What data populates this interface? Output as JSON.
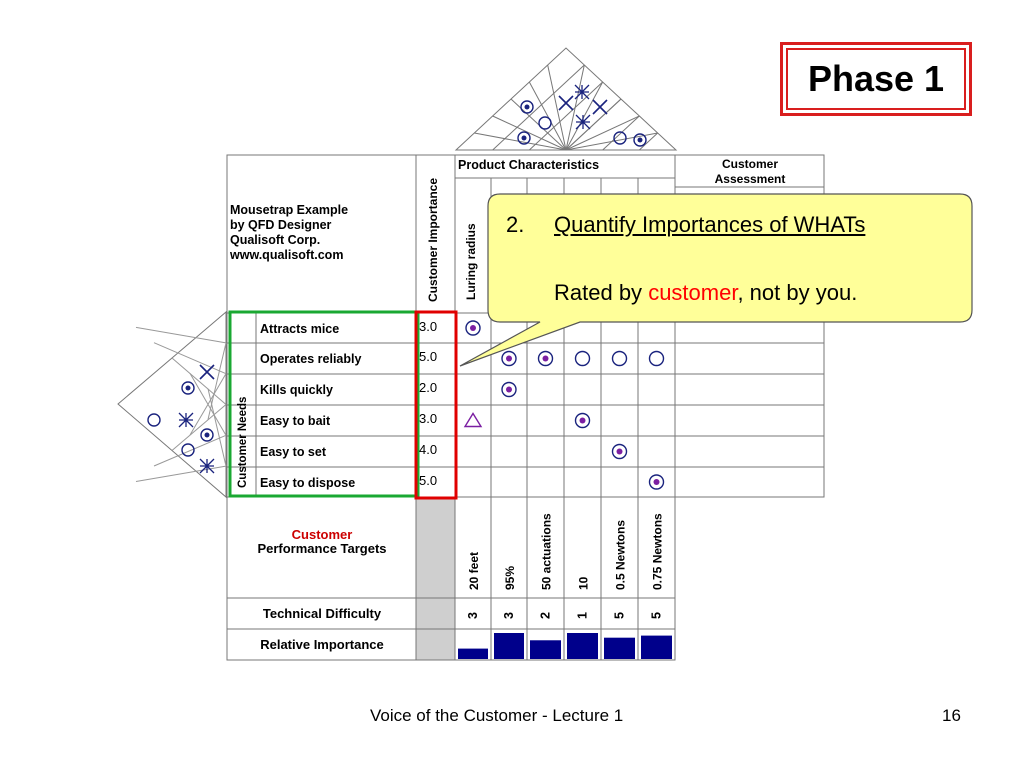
{
  "slide": {
    "phase_label": "Phase 1",
    "footer_text": "Voice of the Customer - Lecture 1",
    "page_number": "16"
  },
  "callout": {
    "number": "2.",
    "title": "Quantify Importances of WHATs",
    "rated_by": "Rated by",
    "customer_word": "customer",
    "rest": ", not by you."
  },
  "hoq": {
    "example_lines": [
      "Mousetrap Example",
      "by QFD Designer",
      "Qualisoft Corp.",
      "www.qualisoft.com"
    ],
    "customer_importance_header": "Customer Importance",
    "product_characteristics_header": "Product Characteristics",
    "customer_assessment_header": [
      "Customer",
      "Assessment"
    ],
    "first_characteristic": "Luring radius",
    "customer_needs_label": "Customer Needs",
    "needs": [
      "Attracts mice",
      "Operates reliably",
      "Kills quickly",
      "Easy to bait",
      "Easy to set",
      "Easy to dispose"
    ],
    "importance": [
      "3.0",
      "5.0",
      "2.0",
      "3.0",
      "4.0",
      "5.0"
    ],
    "relationships": [
      [
        "strong",
        "",
        "",
        "",
        "",
        ""
      ],
      [
        "",
        "strong",
        "strong",
        "medium",
        "medium",
        "medium"
      ],
      [
        "",
        "strong",
        "",
        "",
        "",
        ""
      ],
      [
        "weak",
        "",
        "",
        "strong",
        "",
        ""
      ],
      [
        "",
        "",
        "",
        "",
        "strong",
        ""
      ],
      [
        "",
        "",
        "",
        "",
        "",
        "strong"
      ]
    ],
    "targets_label_red": "Customer",
    "targets_label": "Performance Targets",
    "targets": [
      "20 feet",
      "95%",
      "50 actuations",
      "10",
      "0.5 Newtons",
      "0.75 Newtons"
    ],
    "technical_difficulty_label": "Technical Difficulty",
    "technical_difficulty": [
      "3",
      "3",
      "2",
      "1",
      "5",
      "5"
    ],
    "relative_importance_label": "Relative Importance",
    "relative_importance": [
      0.4,
      1.0,
      0.72,
      1.0,
      0.82,
      0.9
    ],
    "colors": {
      "symbol": "#1a237e",
      "bar": "#00008b",
      "weak": "#7b1fa2",
      "highlight_green": "#1aa832",
      "highlight_red": "#e00000"
    }
  }
}
